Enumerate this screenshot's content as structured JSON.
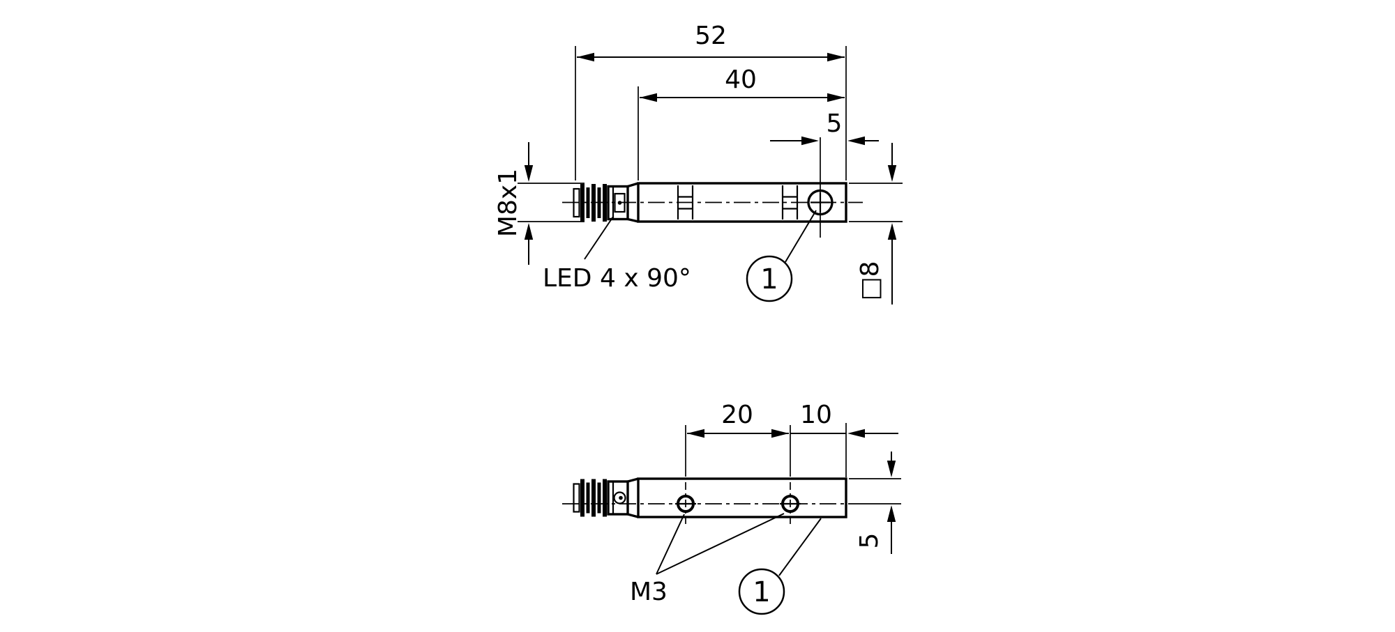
{
  "drawing": {
    "background_color": "#ffffff",
    "line_color": "#000000"
  },
  "top_view": {
    "dim_total_length": "52",
    "dim_body_length": "40",
    "dim_screw_to_end": "5",
    "connector_thread_label": "M8x1",
    "led_label": "LED 4 x 90°",
    "body_section_label": "□8",
    "callout_number": "1"
  },
  "bottom_view": {
    "dim_hole_spacing": "20",
    "dim_hole_to_end": "10",
    "dim_hole_axis_offset": "5",
    "thread_label": "M3",
    "callout_number": "1"
  }
}
